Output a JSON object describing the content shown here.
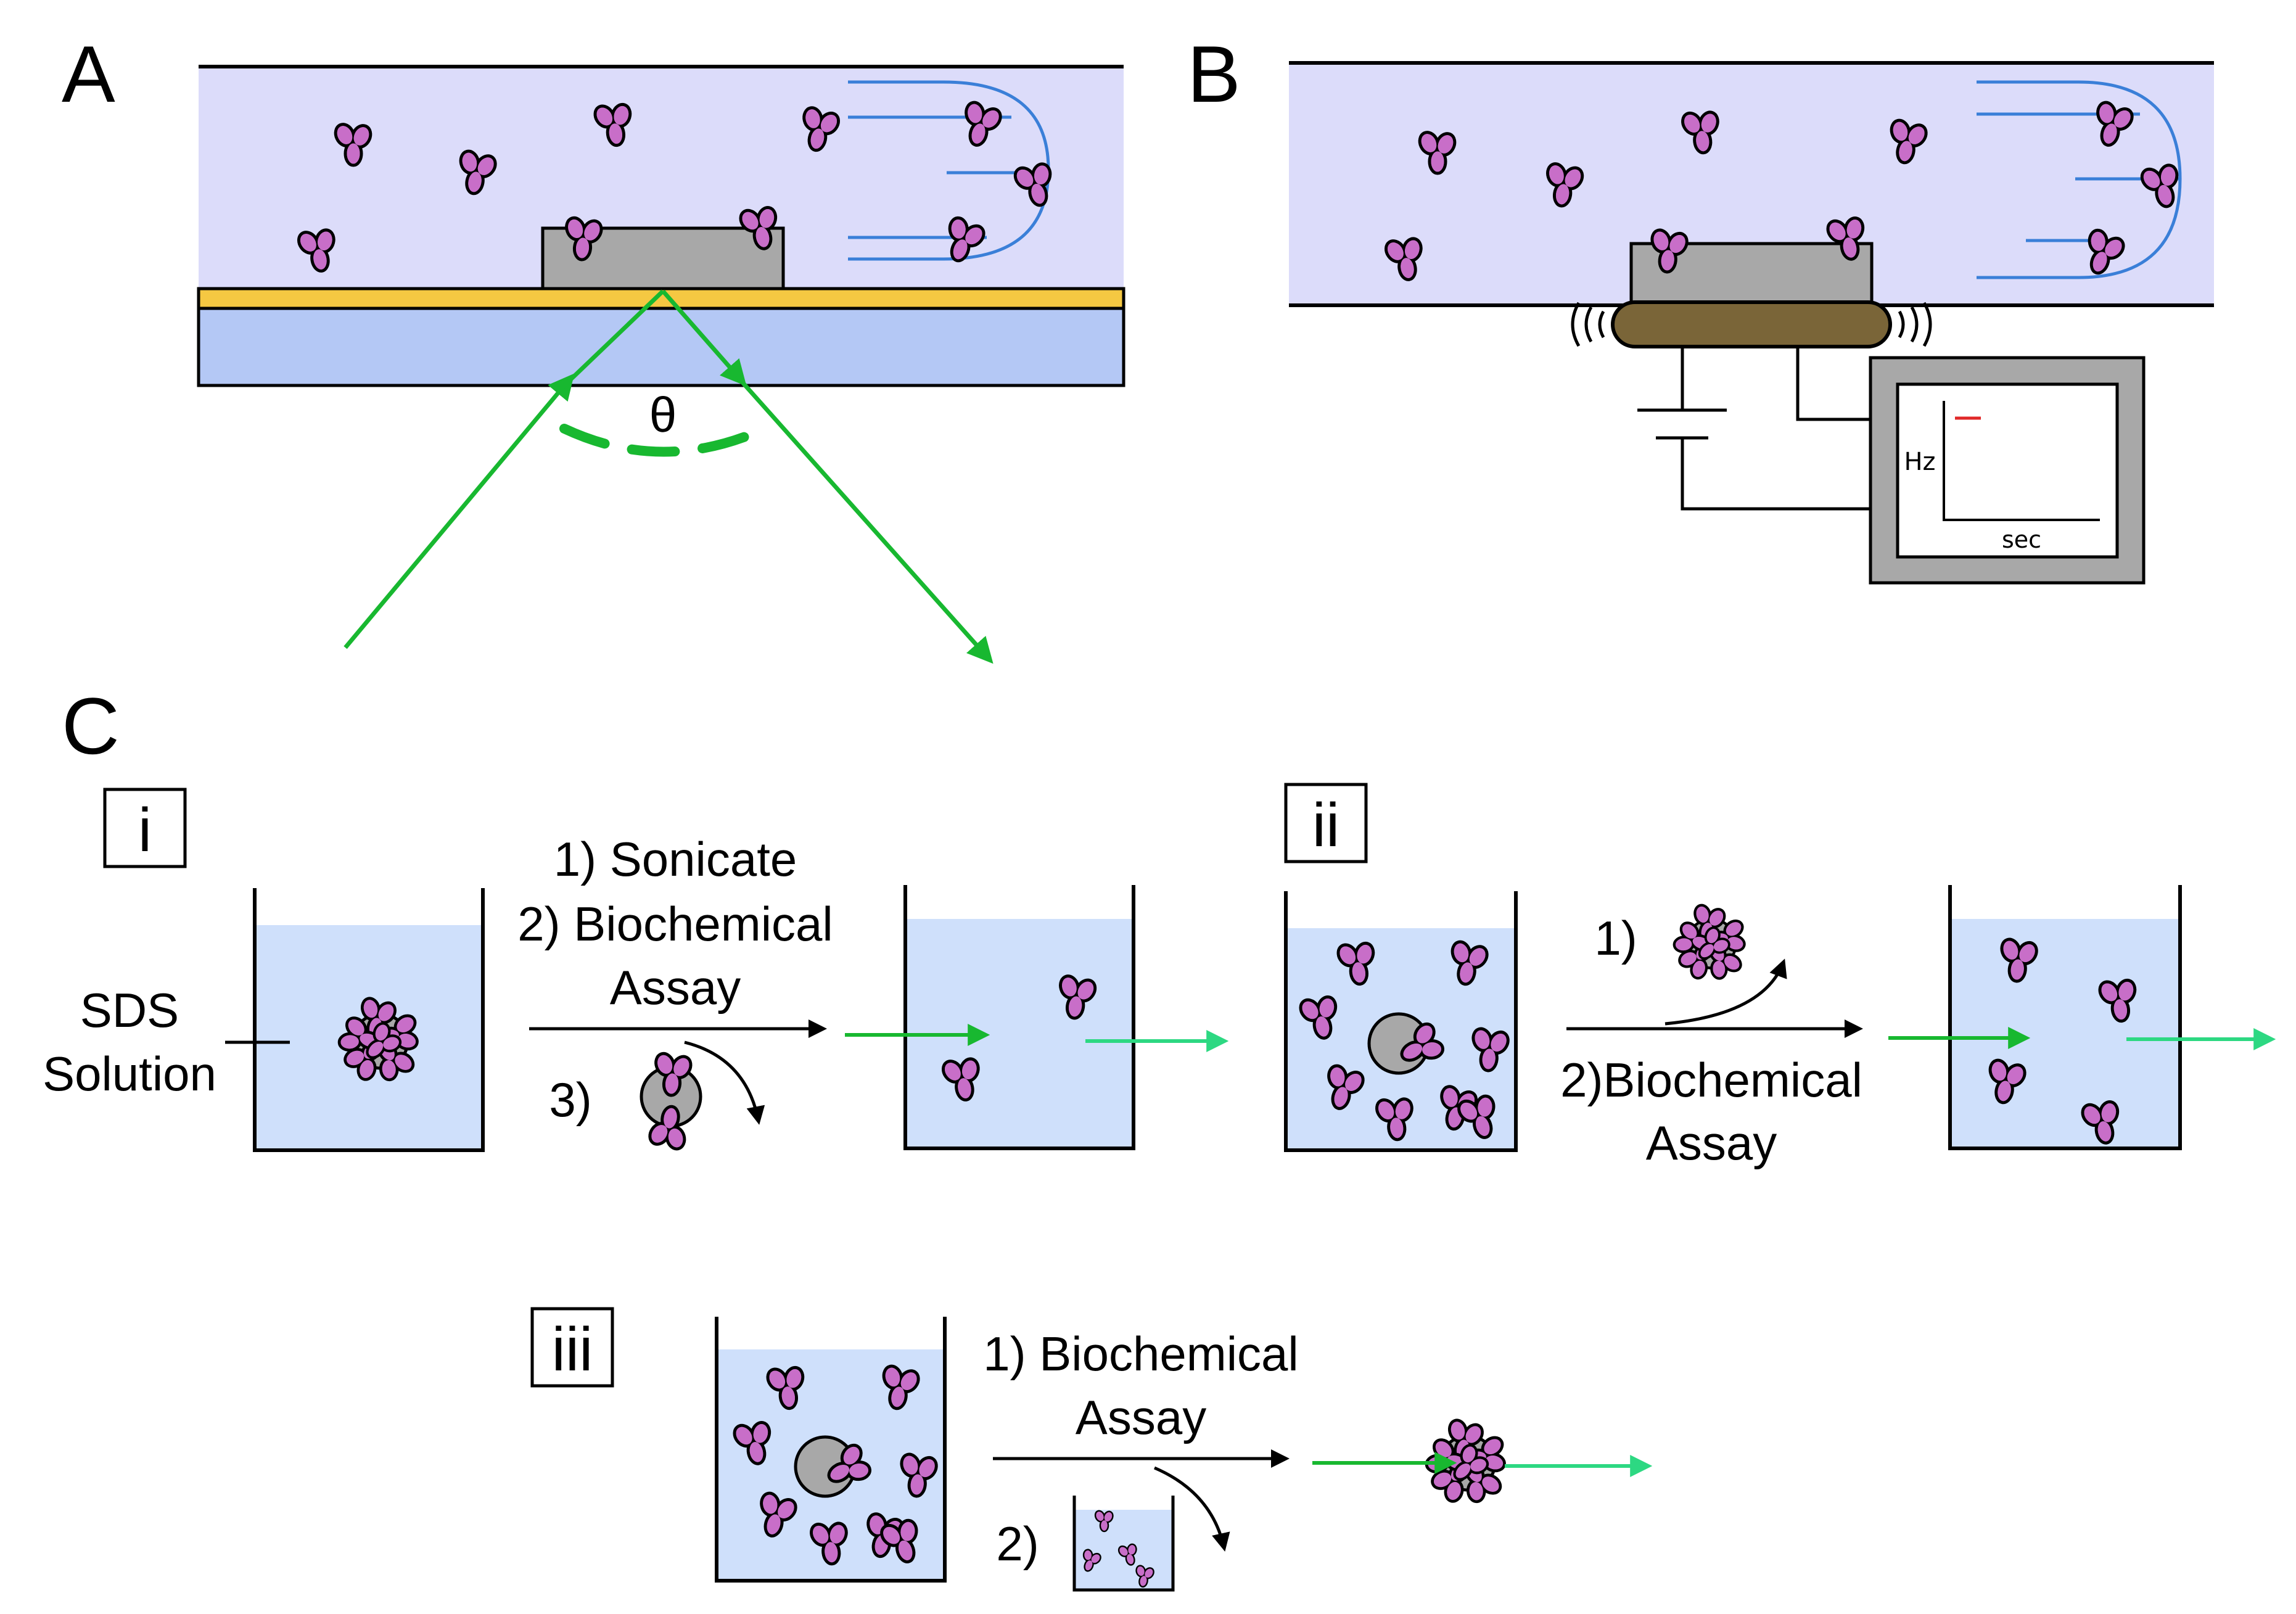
{
  "panels": {
    "a": {
      "letter": "A",
      "angle_symbol": "θ"
    },
    "b": {
      "letter": "B",
      "monitor": {
        "y_axis_label": "Hz",
        "x_axis_label": "sec"
      }
    },
    "c": {
      "letter": "C",
      "i": {
        "label": "i",
        "solution_label_line1": "SDS",
        "solution_label_line2": "Solution",
        "step1": "1) Sonicate",
        "step2_line1": "2) Biochemical",
        "step2_line2": "Assay",
        "step3": "3)"
      },
      "ii": {
        "label": "ii",
        "step1": "1)",
        "step2_line1": "2)Biochemical",
        "step2_line2": "Assay"
      },
      "iii": {
        "label": "iii",
        "step1_line1": "1) Biochemical",
        "step1_line2": "Assay",
        "step2": "2)"
      }
    }
  },
  "colors": {
    "channel_fluid": "#dcdcfa",
    "beaker_fluid": "#cfe0fb",
    "gold_film": "#f5c842",
    "glass_substrate": "#b4c8f5",
    "sensor_block": "#a8a8a8",
    "protein": "#c86ec8",
    "laser": "#18b830",
    "output_arrow": "#2dd882",
    "flow_profile": "#3a7fd8",
    "signal_trace": "#e02828",
    "qcm_crystal": "#7a6538"
  }
}
